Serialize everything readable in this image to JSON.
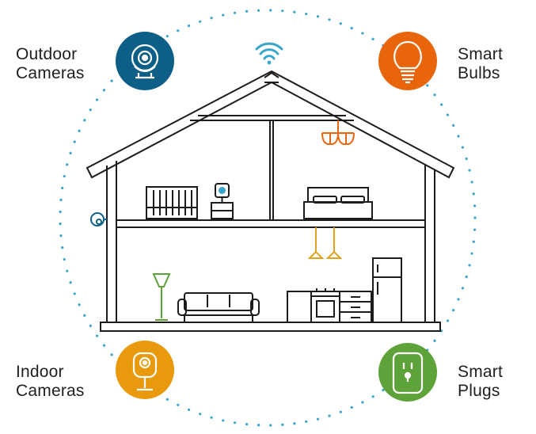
{
  "categories": {
    "outdoor_cameras": {
      "line1": "Outdoor",
      "line2": "Cameras",
      "color": "#0e5f87",
      "icon": "outdoor-camera-icon"
    },
    "smart_bulbs": {
      "line1": "Smart",
      "line2": "Bulbs",
      "color": "#e8650c",
      "icon": "bulb-icon"
    },
    "indoor_cameras": {
      "line1": "Indoor",
      "line2": "Cameras",
      "color": "#e89a0c",
      "icon": "indoor-camera-icon"
    },
    "smart_plugs": {
      "line1": "Smart",
      "line2": "Plugs",
      "color": "#5ea33a",
      "icon": "plug-icon"
    }
  },
  "colors": {
    "line": "#1c1c1c",
    "dots": "#3aa6c9",
    "wifi": "#3aa6c9"
  }
}
